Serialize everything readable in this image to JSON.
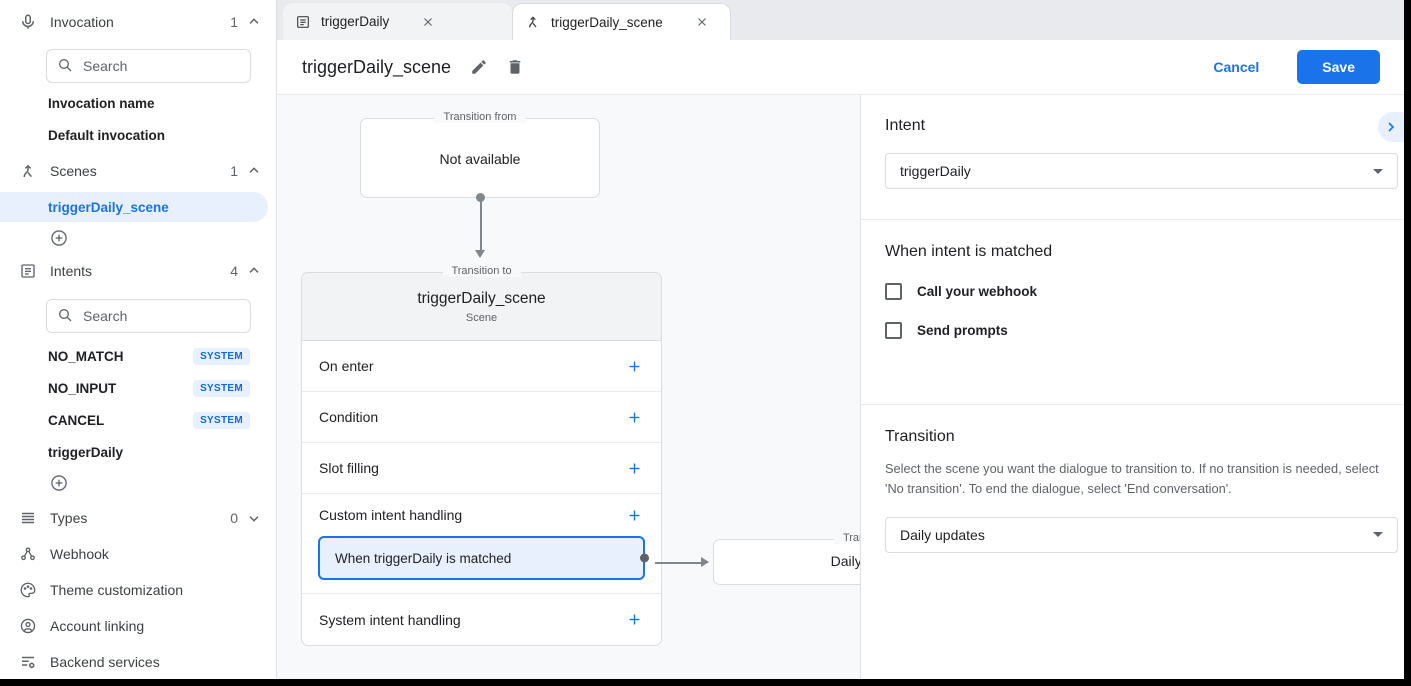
{
  "colors": {
    "accent": "#1a73e8",
    "selected_bg": "#e8f0fe",
    "badge_text": "#1967d2"
  },
  "sidebar": {
    "search_placeholder": "Search",
    "invocation": {
      "label": "Invocation",
      "count": "1"
    },
    "invocation_items": [
      {
        "label": "Invocation name"
      },
      {
        "label": "Default invocation"
      }
    ],
    "scenes": {
      "label": "Scenes",
      "count": "1"
    },
    "scene_items": [
      {
        "label": "triggerDaily_scene"
      }
    ],
    "intents": {
      "label": "Intents",
      "count": "4"
    },
    "intent_items": [
      {
        "label": "NO_MATCH",
        "badge": "SYSTEM"
      },
      {
        "label": "NO_INPUT",
        "badge": "SYSTEM"
      },
      {
        "label": "CANCEL",
        "badge": "SYSTEM"
      },
      {
        "label": "triggerDaily"
      }
    ],
    "types": {
      "label": "Types",
      "count": "0"
    },
    "menu_items": [
      {
        "label": "Webhook"
      },
      {
        "label": "Theme customization"
      },
      {
        "label": "Account linking"
      },
      {
        "label": "Backend services"
      }
    ]
  },
  "tabs": [
    {
      "label": "triggerDaily"
    },
    {
      "label": "triggerDaily_scene"
    }
  ],
  "header": {
    "title": "triggerDaily_scene",
    "cancel_label": "Cancel",
    "save_label": "Save"
  },
  "canvas": {
    "transition_from": {
      "legend": "Transition from",
      "text": "Not available"
    },
    "transition_to": {
      "legend": "Transition to",
      "title": "triggerDaily_scene",
      "subtitle": "Scene",
      "rows": [
        "On enter",
        "Condition",
        "Slot filling",
        "Custom intent handling",
        "System intent handling"
      ],
      "highlight_label": "When triggerDaily is matched"
    },
    "next_box": {
      "legend": "Transition to",
      "text": "Daily updates"
    }
  },
  "panel": {
    "intent": {
      "heading": "Intent",
      "value": "triggerDaily"
    },
    "matched": {
      "heading": "When intent is matched",
      "checkboxes": [
        {
          "label": "Call your webhook"
        },
        {
          "label": "Send prompts"
        }
      ]
    },
    "transition": {
      "heading": "Transition",
      "description": "Select the scene you want the dialogue to transition to. If no transition is needed, select 'No transition'. To end the dialogue, select 'End conversation'.",
      "value": "Daily updates"
    }
  }
}
